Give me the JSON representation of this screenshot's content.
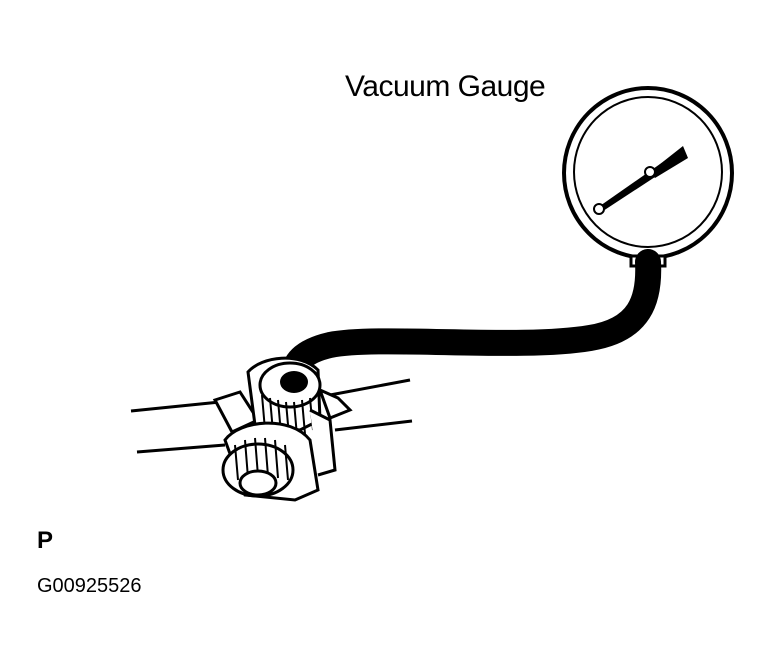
{
  "diagram": {
    "title_label": "Vacuum Gauge",
    "view_letter": "P",
    "figure_id": "G00925526",
    "components": [
      {
        "name": "vacuum-gauge",
        "description": "Round dial gauge with needle"
      },
      {
        "name": "vacuum-hose",
        "description": "Black hose connecting gauge to fitting"
      },
      {
        "name": "vacuum-fitting",
        "description": "Knurled vacuum port fitting on pipe"
      },
      {
        "name": "pipe",
        "description": "Horizontal pipe/line section"
      }
    ],
    "colors": {
      "line": "#000000",
      "background": "#ffffff"
    }
  }
}
